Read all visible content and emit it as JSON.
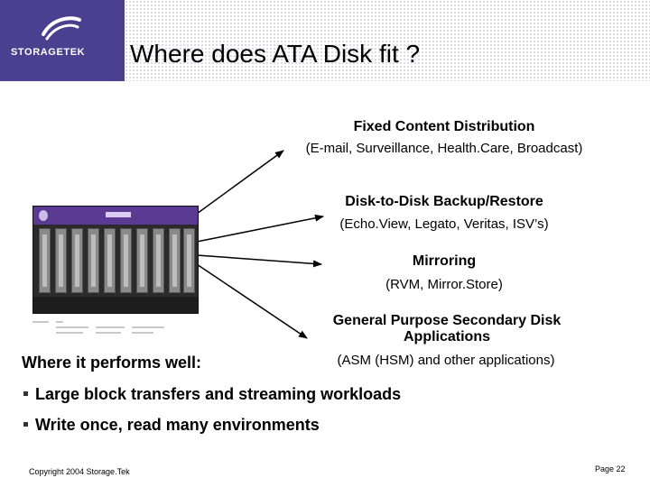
{
  "header": {
    "logo_text": "STORAGETEK",
    "title": "Where does ATA Disk fit ?",
    "brand_color": "#4b3f8f"
  },
  "targets": [
    {
      "heading": "Fixed Content Distribution",
      "detail": "(E-mail, Surveillance, Health.Care, Broadcast)"
    },
    {
      "heading": "Disk-to-Disk Backup/Restore",
      "detail": "(Echo.View, Legato, Veritas, ISV’s)"
    },
    {
      "heading": "Mirroring",
      "detail": "(RVM, Mirror.Store)"
    },
    {
      "heading_line1": "General Purpose Secondary Disk",
      "heading_line2": "Applications",
      "detail": "(ASM (HSM) and other applications)"
    }
  ],
  "performs": {
    "label": "Where it performs well:",
    "bullets": [
      "Large block transfers and streaming workloads",
      "Write once, read many environments"
    ]
  },
  "footer": {
    "copyright": "Copyright 2004 Storage.Tek",
    "page": "Page 22"
  },
  "device_image": "storage-array-icon"
}
